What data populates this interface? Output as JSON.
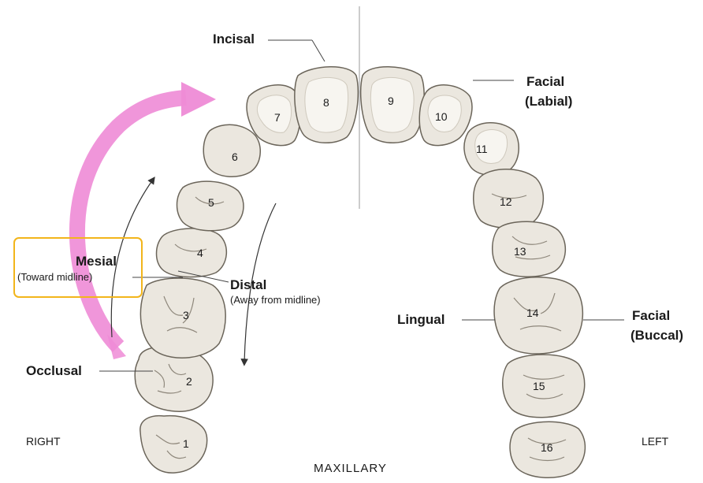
{
  "labels": {
    "incisal": "Incisal",
    "facial_labial_1": "Facial",
    "facial_labial_2": "(Labial)",
    "mesial": "Mesial",
    "mesial_sub": "(Toward midline)",
    "distal": "Distal",
    "distal_sub": "(Away from midline)",
    "lingual": "Lingual",
    "facial_buccal_1": "Facial",
    "facial_buccal_2": "(Buccal)",
    "occlusal": "Occlusal",
    "right": "RIGHT",
    "left": "LEFT",
    "maxillary": "MAXILLARY"
  },
  "teeth": [
    "1",
    "2",
    "3",
    "4",
    "5",
    "6",
    "7",
    "8",
    "9",
    "10",
    "11",
    "12",
    "13",
    "14",
    "15",
    "16"
  ],
  "colors": {
    "highlight_box": "#f2b51b",
    "pink_arrow": "#ee8bd6",
    "tooth_fill": "#ebe7df"
  }
}
